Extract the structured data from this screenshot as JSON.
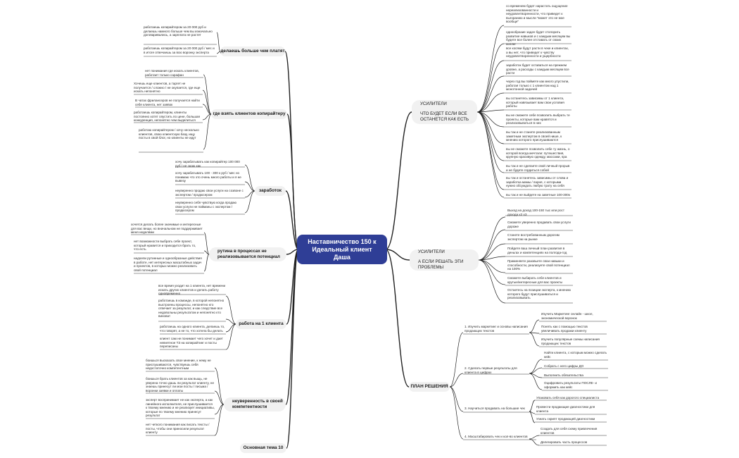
{
  "central": {
    "line1": "Наставничество 150 к",
    "line2": "Идеальный клиент",
    "line3": "Даша"
  },
  "left_branches": [
    {
      "label": "делаешь больше чем платят",
      "leaves": [
        "работаешь копирайтером за 20 000 руб и делаешь намного больше чем вы изначально договаривались, а зарплата не растет",
        "работаешь копирайтером за 20 000 руб / мес и в итоге отвечаешь за всю воронку эксперта"
      ]
    },
    {
      "label": "где взять клиентов копирайтеру",
      "leaves": [
        "нет понимания где искать клиентов, работает только сарафан",
        "Хочешь еще клиентов, а таргет не получается / сложно / не окупается, где еще искать непонятно",
        "В чатах фрилансеров не получается найти себе клиента, нет заявок",
        "работаешь копирайтером, клиенты постоянно хотят опустить по цене, большая конкуренция, непонятно чем выделиться",
        "работаю копирайтером / хочу несколько клиентов, свою клиентскую базу, ищу посты в свой блог, но клиенты не идут"
      ]
    },
    {
      "label": "заработок",
      "leaves": [
        "хочу зарабатывать как копирайтер 100 000 руб / не знаю как",
        "хочу зарабатывать 100 - 300 к руб / мес но понимаю что это очень много работы и я не вывезу",
        "неуверенно продаю свои услуги на созвоне с экспертом / продюсером",
        "неуверенно себя чувствую когда продаю свои услуги не пойманы с экспертом / продюсером"
      ]
    },
    {
      "label": "рутина в процессах не реализовывается потенциал",
      "leaves": [
        "хочется делать более значимые и интересные для вас вещи, но вначальном не поддерживает меня неделями",
        "нет возможности выбрать себе проект, который нравится и приходится брать то, что есть",
        "надоели рутинные и однообразные действия в работе, нет интересных масштабных задач и проектов, в которых можно реализовать свой потенциал"
      ]
    },
    {
      "label": "работа на 1 клиента",
      "leaves": [
        "все время уходит на 1 клиента, нет времени искать других клиентов и делать работу одновременно",
        "работаешь в команде, в которой непонятно выстроены процессы, непонятно кто отвечает за результат, и как следствие все недовольны результатом и непонятно кто виноват",
        "работаешь на одного клиента, делаешь то, что говорят, а не то, что хотела бы делать",
        "клиент сам не понимает чего хочет и дает невнятное ТЗ на копирайтинг и посты переписаны"
      ]
    },
    {
      "label": "неуверенность в своей компетентности",
      "leaves": [
        "боишься высказать свое мнение, к нему не прислушиваются, чувствуешь себя недостаточно компетентным",
        "боишься брать клиентов за как выщь, не уверена точно дашь ли результат клиенту, не знаешь принесут ли мои посты / письма / воронки заявки и оплаты",
        "эксперт воспринимает не как эксперта, а как линейного исполнителя, не прислушивается к твоему мнению и не реализует инициативы, которые по твоему мнению принесут результат",
        "нет четкого понимания как писать тексты / посты, чтобы они приносили результат клиенту"
      ]
    },
    {
      "label": "Основная тема 10",
      "leaves": []
    }
  ],
  "right_branches": [
    {
      "label_line1": "УСИЛИТЕЛИ",
      "label_line2": "ЧТО БУДЕТ ЕСЛИ ВСЕ ОСТАНЕТСЯ КАК ЕСТЬ",
      "leaves": [
        "со временем будет нарастать ощущение нереализованности и неудовлетворенности, что приведет к выгоранию и мысли \"может это не мое вообще\"",
        "однообразие задач будет стопорить развитие навыков и с каждым месяцем вы будете все более отставать от своих коллег",
        "все косяки будут расти в чеке и клиентах, а вы нет, что приведет к чувству неудовлетворенности и ущербности",
        "заработок будет оставаться на прежнем уровне, а расходы с каждым месяцем все расти",
        "через год вы поймете как много упустили, работая только с 1 клиентом над 1 монотонной задачей",
        "вы останетесь зависимы от 1 клиента, который навязывает вам свои условия работы",
        "вы не сможете себе позволить выбрать те проекты, которые вам нравятся и реализовываться в них",
        "вы так и не станете реализованным заметным экспертом в своей нише, к мнению которого прислушиваются",
        "вы не сможете позволить себе ту жизнь, о которой всегда мечтали: путешествия, крупную красивую одежду, массажи, spa",
        "вы так и не сделаете свой личный прорыв и не будете гордиться собой",
        "вы так и останетесь зависимы от слова и заработка мамы / парня, с которыми нужно обсуждать любую трату на себя",
        "вы так и не выйдете на заветные 100-300к"
      ]
    },
    {
      "label_line1": "УСИЛИТЕЛИ",
      "label_line2": "А ЕСЛИ РЕШАТЬ ЭТИ ПРОБЛЕМЫ",
      "leaves": [
        "Выход на доход 100-150 тыс или рост дохода х2 х3",
        "Сможете уверенно продавать свои услуги дороже",
        "Станете востребованным дорогим экспертом на рынке",
        "Пойдете ваш личный план развития в деньгах и компетенциях на полгода-год",
        "Применяете разовьете свои навыки и способности, реализуете свой потенциал на 100%",
        "Сможете выбирать себе клиентов и крутые/интересные для вас проекты",
        "Остаетесь на позиции эксперта, к мнению которого будут прислушиваться и реализовывать"
      ]
    },
    {
      "label_line1": "ПЛАН РЕШЕНИЯ",
      "label_line2": "",
      "steps": [
        {
          "label": "1. Изучить маркетинг и основы написания продающих текстов",
          "leaves": [
            "Изучить Маркетинг онлайн - школ, экономической воронок",
            "Понять как с помощью текстов увеличивать продажи клиенту",
            "Изучить популярные схемы написания продающих текстов"
          ]
        },
        {
          "label": "2. Сделать первые результаты для клиента в цифрах",
          "leaves": [
            "Найти клиента, с которым можно сделать кейс",
            "Собрать с него цифры ДО",
            "Выполнить обязательства",
            "Оцифровать результаты ПОСЛЕ- и оформить как кейс"
          ]
        },
        {
          "label": "3. Научиться продавать на большие чек",
          "leaves": [
            "Упаковать себя как дорогого специалиста",
            "Провести продающие диагностики для клиента",
            "Узнать скрипт продающей диагностики"
          ]
        },
        {
          "label": "4. Масштабировать чек и кол-во клиентов",
          "leaves": [
            "Создать для себя схему привлечения клиентов",
            "Делегировать часть процессов"
          ]
        }
      ]
    }
  ]
}
